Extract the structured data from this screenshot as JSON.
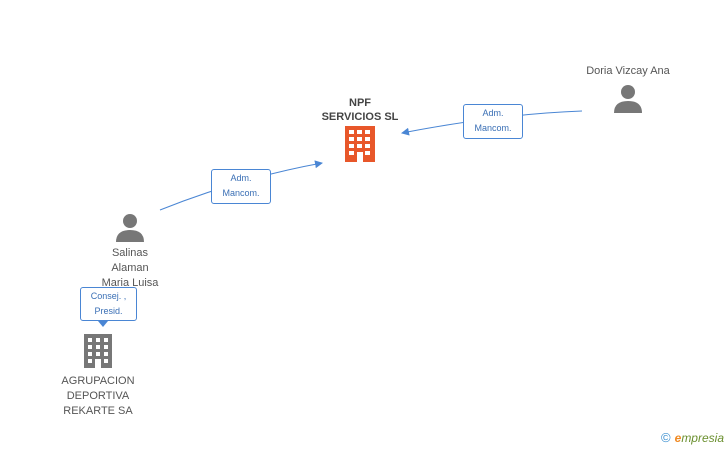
{
  "nodes": {
    "main_company": {
      "label": "NPF\nSERVICIOS SL",
      "icon": "building-icon",
      "color": "#e8572a"
    },
    "person_doria": {
      "label": "Doria Vizcay Ana",
      "icon": "person-icon",
      "color": "#777777"
    },
    "person_salinas": {
      "label": "Salinas\nAlaman\nMaria Luisa",
      "icon": "person-icon",
      "color": "#777777"
    },
    "company_agrupacion": {
      "label": "AGRUPACION\nDEPORTIVA\nREKARTE SA",
      "icon": "building-icon",
      "color": "#777777"
    }
  },
  "edges": {
    "doria_to_main": {
      "line1": "Adm.",
      "line2": "Mancom."
    },
    "salinas_to_main": {
      "line1": "Adm.",
      "line2": "Mancom."
    },
    "salinas_to_agrupacion": {
      "line1": "Consej. ,",
      "line2": "Presid."
    }
  },
  "colors": {
    "edge": "#4a86d4"
  },
  "brand": {
    "copyright": "©",
    "first_letter": "e",
    "rest": "mpresia"
  }
}
